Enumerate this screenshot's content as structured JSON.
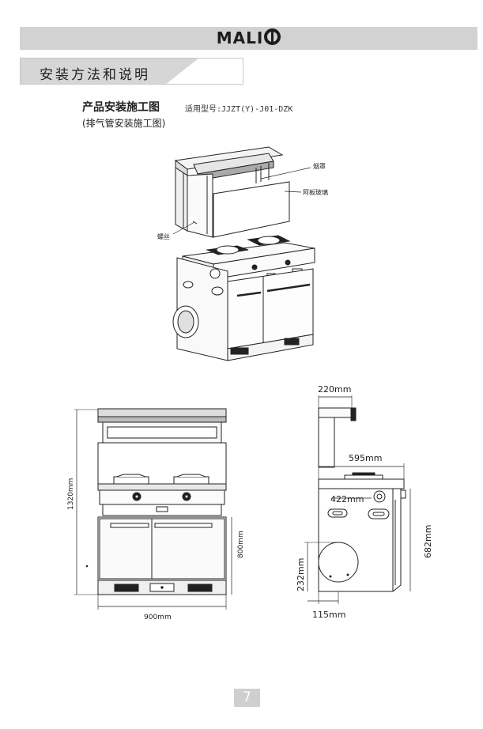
{
  "header": {
    "brand": "MALI"
  },
  "section": {
    "title": "安装方法和说明"
  },
  "diagram": {
    "title": "产品安装施工图",
    "subtitle": "(排气管安装施工图)",
    "model": "适用型号:JJZT(Y)-J01-DZK",
    "labels": {
      "hood": "烟罩",
      "glass": "阿板玻璃",
      "screw": "螺丝"
    }
  },
  "dimensions": {
    "front_height": "1320mm",
    "front_width": "900mm",
    "front_cabinet": "800mm",
    "side_top": "220mm",
    "side_depth": "595mm",
    "side_pipe": "422mm",
    "side_height": "682mm",
    "side_circle": "232mm",
    "side_bottom": "115mm"
  },
  "footer": {
    "page_number": "7"
  }
}
